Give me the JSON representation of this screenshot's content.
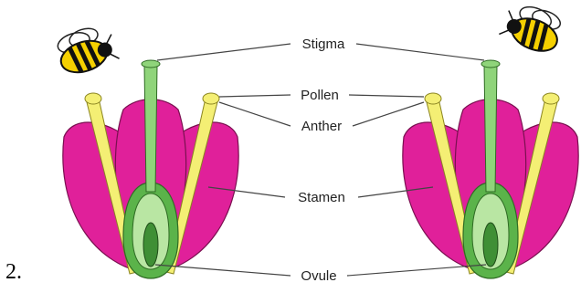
{
  "labels": {
    "stigma": "Stigma",
    "pollen": "Pollen",
    "anther": "Anther",
    "stamen": "Stamen",
    "ovule": "Ovule"
  },
  "question_number": "2.",
  "colors": {
    "petal": "#e0209a",
    "stamen": "#f4ef74",
    "pistil": "#5bb34a",
    "bee_stripe": "#f5d000"
  }
}
